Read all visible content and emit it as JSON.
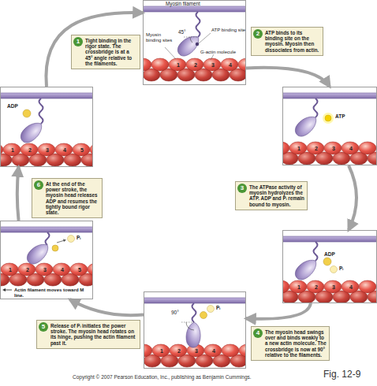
{
  "diagram": {
    "nodes": [
      {
        "text": [
          "1",
          "Tight binding in the rigor state. The crossbridge is at a 45° angle relative to the filaments."
        ]
      },
      {
        "text": [
          "Myosin filament",
          "45°",
          "Myosin binding sites",
          "ATP binding site",
          "G-actin molecule",
          "1",
          "2",
          "3",
          "4"
        ]
      },
      {
        "text": [
          "2",
          "ATP binds to its binding site on the myosin. Myosin then dissociates from actin."
        ]
      },
      {
        "text": [
          "ATP",
          "1",
          "2",
          "3",
          "4"
        ]
      },
      {
        "text": [
          "3",
          "The ATPase activity of myosin hydrolyzes the ATP. ADP and Pᵢ remain bound to myosin."
        ]
      },
      {
        "text": [
          "ADP",
          "Pᵢ",
          "1",
          "2",
          "3",
          "4"
        ]
      },
      {
        "text": [
          "4",
          "The myosin head swings over and binds weakly to a new actin molecule. The crossbridge is now at 90° relative to the filaments."
        ]
      },
      {
        "text": [
          "90°",
          "Pᵢ",
          "1",
          "2",
          "3",
          "4"
        ]
      },
      {
        "text": [
          "5",
          "Release of Pᵢ initiates the power stroke. The myosin head rotates on its hinge, pushing the actin filament past it."
        ]
      },
      {
        "text": [
          "Pᵢ",
          "1",
          "2",
          "3",
          "4",
          "5",
          "Actin filament moves toward M line."
        ]
      },
      {
        "text": [
          "6",
          "At the end of the power stroke, the myosin head releases ADP and resumes the tightly bound rigor state."
        ]
      },
      {
        "text": [
          "ADP",
          "1",
          "2",
          "3",
          "4",
          "5"
        ]
      }
    ],
    "edges": [
      {
        "from": 1,
        "to": 3,
        "arrow": "to"
      },
      {
        "from": 3,
        "to": 5,
        "arrow": "to"
      },
      {
        "from": 5,
        "to": 7,
        "arrow": "to"
      },
      {
        "from": 7,
        "to": 9,
        "arrow": "to"
      },
      {
        "from": 9,
        "to": 11,
        "arrow": "to"
      },
      {
        "from": 11,
        "to": 1,
        "arrow": "to"
      }
    ],
    "labels": [
      "Copyright © 2007 Pearson Education, Inc., publishing as Benjamin Cummings.",
      "Fig. 12-9"
    ]
  }
}
